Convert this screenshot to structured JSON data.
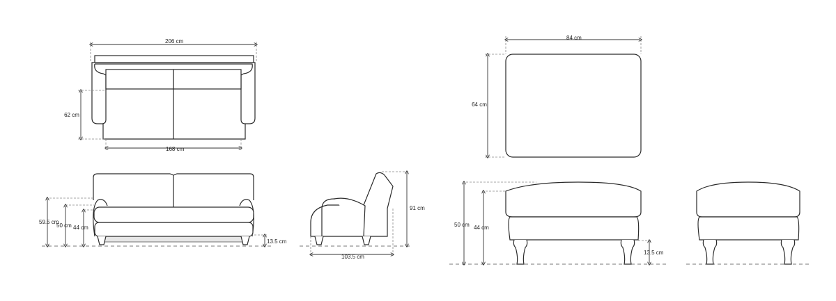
{
  "sofa": {
    "top_width": "206 cm",
    "top_depth": "62 cm",
    "seat_width": "168 cm",
    "front_back_height": "59.5 cm",
    "front_arm_height": "50 cm",
    "front_seat_height": "44 cm",
    "front_leg_height": "13.5 cm",
    "side_height": "91 cm",
    "side_depth": "103.5 cm"
  },
  "footstool": {
    "top_width": "84 cm",
    "top_depth": "64 cm",
    "total_height": "50 cm",
    "seat_height": "44 cm",
    "leg_height": "13.5 cm"
  },
  "colors": {
    "line": "#2a2a2a",
    "dims": "#888888",
    "base": "#e6e6e6"
  }
}
